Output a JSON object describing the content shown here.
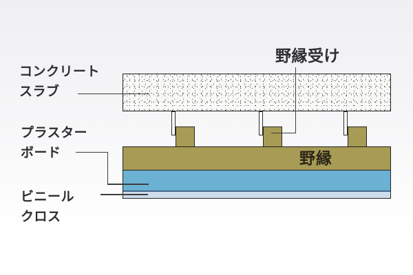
{
  "diagram": {
    "type": "ceiling-construction-cross-section",
    "labels": {
      "concrete_slab": {
        "line1": "コンクリート",
        "line2": "スラブ"
      },
      "plasterboard": {
        "line1": "プラスター",
        "line2": "ボード"
      },
      "vinyl_cloth": {
        "line1": "ビニール",
        "line2": "クロス"
      },
      "nobuchi_uke": "野縁受け",
      "nobuchi": "野縁"
    },
    "layers_top_to_bottom": [
      "コンクリートスラブ",
      "野縁受け",
      "野縁",
      "プラスターボード",
      "ビニールクロス"
    ],
    "colors": {
      "wood": "#a89b55",
      "plasterboard_blue": "#6bb1d3",
      "vinyl_light": "#cfddee",
      "layer_divider": "#46688c",
      "outline": "#1f1f1f",
      "leader_line": "#3c3c3c",
      "label_text": "#2e2e32",
      "bar_text": "#2b2717",
      "background_top": "#f0f0f3",
      "background_bottom": "#ffffff"
    }
  }
}
